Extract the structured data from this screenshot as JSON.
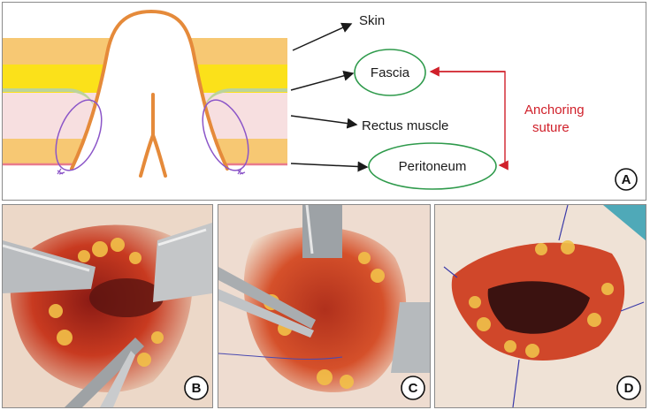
{
  "diagram": {
    "labels": {
      "skin": "Skin",
      "fascia": "Fascia",
      "rectus": "Rectus muscle",
      "peritoneum": "Peritoneum",
      "anchoring_line1": "Anchoring",
      "anchoring_line2": "suture"
    },
    "colors": {
      "skin_layer": "#f7c873",
      "fat_layer": "#fbe11a",
      "fascia_layer": "#bcd39a",
      "muscle_layer": "#f7dfe0",
      "peritoneum_line": "#e97b8c",
      "bowel_outline": "#e58a3a",
      "suture_loop": "#8b55c8",
      "ellipse_outline": "#2e9a4b",
      "anchor_arrow": "#d0202a"
    }
  },
  "panels": {
    "a": {
      "letter": "A"
    },
    "b": {
      "letter": "B"
    },
    "c": {
      "letter": "C"
    },
    "d": {
      "letter": "D"
    }
  }
}
